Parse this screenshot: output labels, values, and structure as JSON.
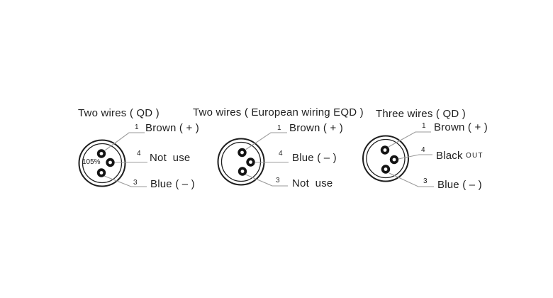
{
  "page": {
    "background": "#ffffff"
  },
  "colors": {
    "ink": "#1f1f1f",
    "leader_line": "#9a9a9a",
    "pin_fill": "#141414"
  },
  "diagrams": [
    {
      "title": "Two wires ( QD )",
      "connector_text": "105%",
      "rows": [
        {
          "pin": "1",
          "label": "Brown ( + )"
        },
        {
          "pin": "4",
          "label": "Not  use"
        },
        {
          "pin": "3",
          "label": "Blue ( – )"
        }
      ]
    },
    {
      "title": "Two wires ( European wiring EQD )",
      "rows": [
        {
          "pin": "1",
          "label": "Brown ( + )"
        },
        {
          "pin": "4",
          "label": "Blue ( – )"
        },
        {
          "pin": "3",
          "label": "Not  use"
        }
      ]
    },
    {
      "title": "Three wires ( QD )",
      "rows": [
        {
          "pin": "1",
          "label": "Brown ( + )"
        },
        {
          "pin": "4",
          "label": "Black",
          "label_suffix": "OUT"
        },
        {
          "pin": "3",
          "label": "Blue ( – )"
        }
      ]
    }
  ]
}
